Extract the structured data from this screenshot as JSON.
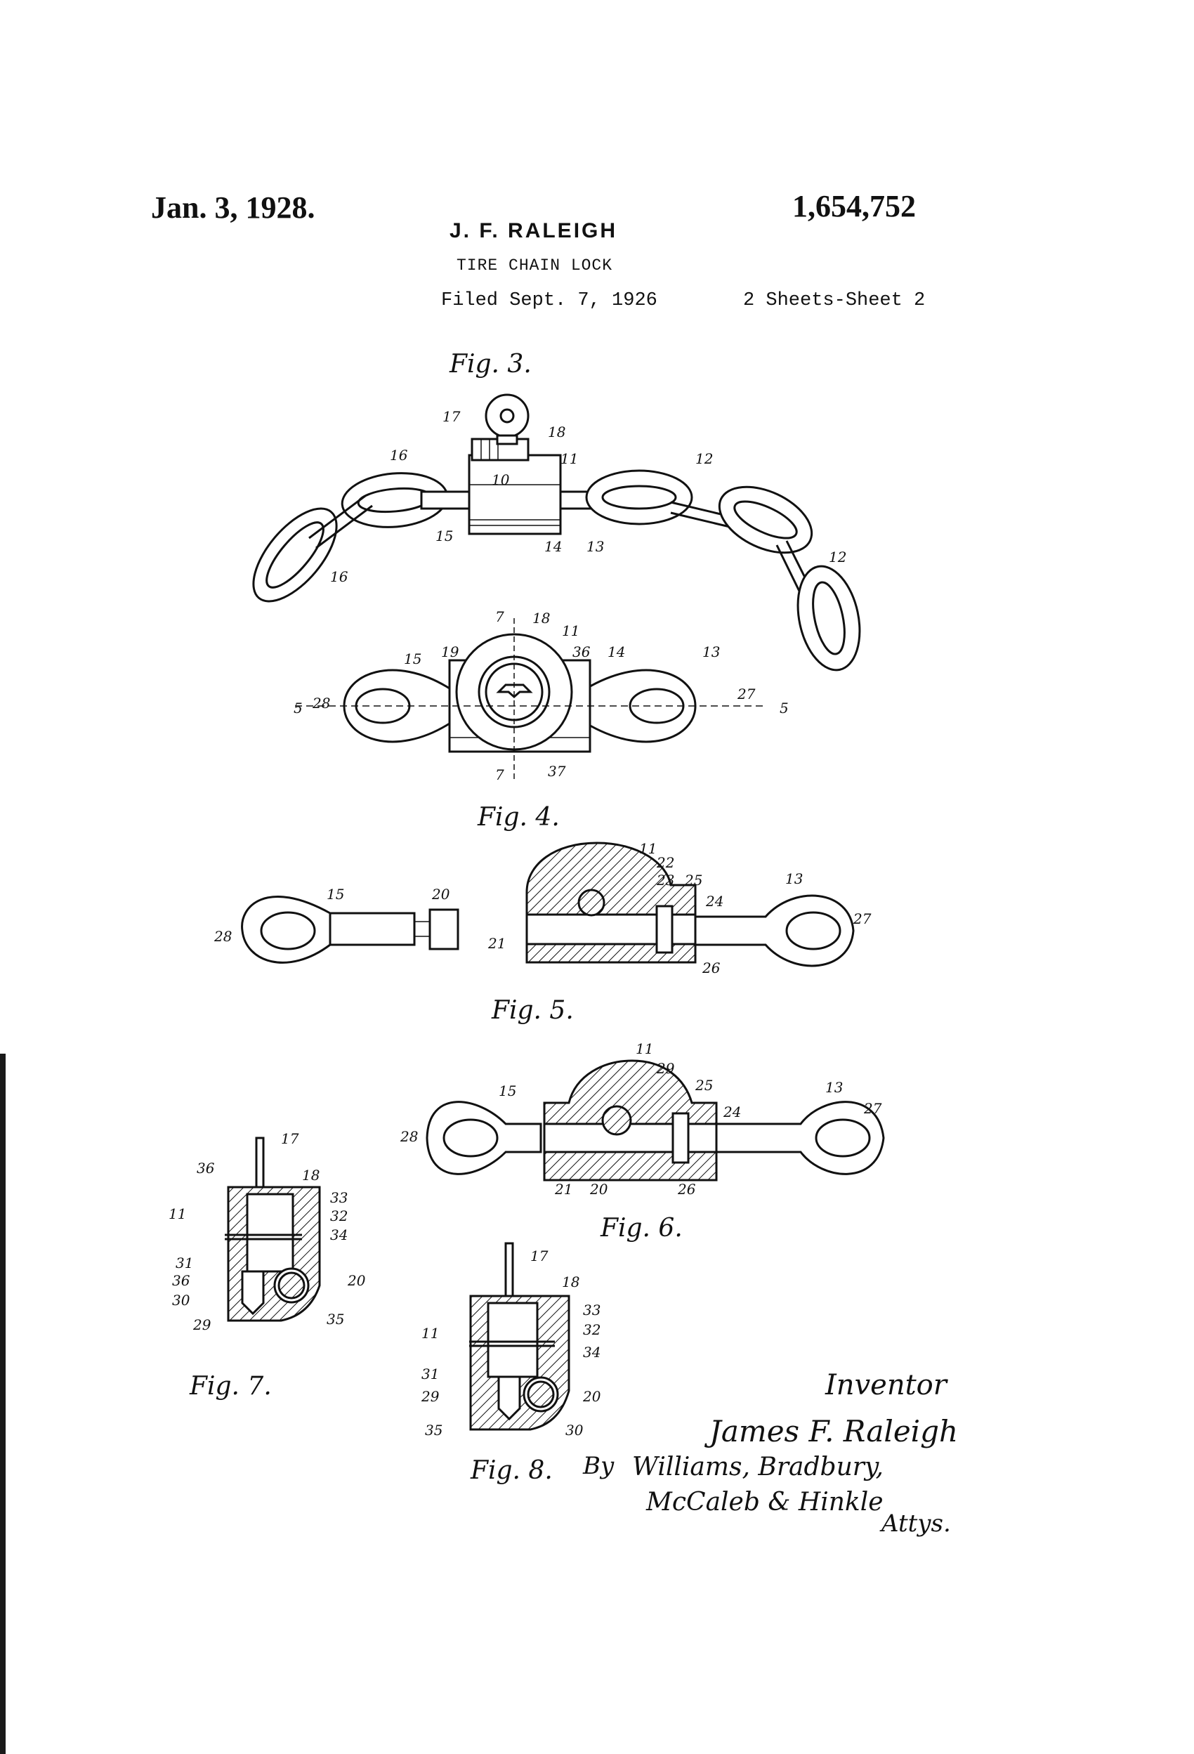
{
  "header": {
    "date": "Jan. 3, 1928.",
    "patent_number": "1,654,752",
    "inventor_name": "J. F. RALEIGH",
    "title": "TIRE CHAIN LOCK",
    "filed": "Filed Sept. 7, 1926",
    "sheets": "2 Sheets-Sheet 2"
  },
  "figures": {
    "fig3": "Fig. 3.",
    "fig4": "Fig. 4.",
    "fig5": "Fig. 5.",
    "fig6": "Fig. 6.",
    "fig7": "Fig. 7.",
    "fig8": "Fig. 8."
  },
  "signature": {
    "inventor_heading": "Inventor",
    "inventor_name": "James F. Raleigh",
    "by": "By",
    "attorneys_line1": "Williams, Bradbury,",
    "attorneys_line2": "McCaleb & Hinkle",
    "attorneys_suffix": "Attys."
  },
  "reference_numerals": {
    "fig3": [
      "17",
      "18",
      "11",
      "10",
      "16",
      "15",
      "14",
      "13",
      "12",
      "12",
      "16"
    ],
    "fig4": [
      "7",
      "18",
      "11",
      "15",
      "19",
      "36",
      "14",
      "13",
      "5",
      "28",
      "27",
      "5",
      "7",
      "37"
    ],
    "fig5": [
      "11",
      "22",
      "23",
      "25",
      "15",
      "20",
      "24",
      "13",
      "28",
      "21",
      "27",
      "26"
    ],
    "fig6": [
      "11",
      "29",
      "25",
      "15",
      "24",
      "13",
      "28",
      "27",
      "21",
      "20",
      "26"
    ],
    "fig7": [
      "17",
      "36",
      "18",
      "11",
      "33",
      "32",
      "34",
      "31",
      "36",
      "20",
      "30",
      "29",
      "35"
    ],
    "fig8": [
      "17",
      "18",
      "33",
      "11",
      "32",
      "34",
      "31",
      "29",
      "20",
      "35",
      "30"
    ]
  }
}
